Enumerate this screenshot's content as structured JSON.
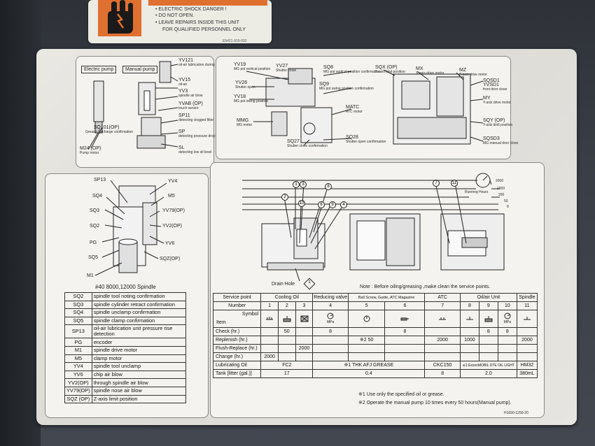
{
  "warning_label": {
    "lines": [
      "• ELECTRIC SHOCK DANGER !",
      "• DO NOT OPEN.",
      "• LEAVE REPAIRS INSIDE THIS UNIT",
      "FOR QUALIFIED PERSONNEL ONLY"
    ],
    "code": "E5421-919-002"
  },
  "top_left": {
    "electric_pump": "Electric pump",
    "manual_pump": "Manual pump",
    "labels": [
      {
        "code": "SQ101(OP)",
        "desc": "Grease discharge confirmation"
      },
      {
        "code": "M24 (OP)",
        "desc": "Pump motor"
      },
      {
        "code": "YV121",
        "desc": "oil-air lubrication during spindle stop"
      },
      {
        "code": "YV15",
        "desc": "oil-air"
      },
      {
        "code": "YV3",
        "desc": "spindle air blow"
      },
      {
        "code": "YVAB (OP)",
        "desc": "touch sensor"
      },
      {
        "code": "SP11",
        "desc": "detecting clogged filter"
      },
      {
        "code": "SP",
        "desc": "detecting pressure drop"
      },
      {
        "code": "SL",
        "desc": "detecting low oil level"
      }
    ]
  },
  "top_right": {
    "labels": [
      {
        "code": "YV19",
        "desc": "MG pot vertical position"
      },
      {
        "code": "YV27",
        "desc": "Shutter close"
      },
      {
        "code": "SQ8",
        "desc": "MG pot vertical position confirmation"
      },
      {
        "code": "YV26",
        "desc": "Shutter open"
      },
      {
        "code": "SQ9",
        "desc": "MG pot swing position confirmation"
      },
      {
        "code": "YV18",
        "desc": "MG pot swing position"
      },
      {
        "code": "MATC",
        "desc": "ATC motor"
      },
      {
        "code": "MMG",
        "desc": "MG motor"
      },
      {
        "code": "SQ27",
        "desc": "Shutter close confirmation"
      },
      {
        "code": "SQ28",
        "desc": "Shutter open confirmation"
      },
      {
        "code": "SQX (OP)",
        "desc": "X-axis limit position"
      },
      {
        "code": "MX",
        "desc": "X-axis drive motor"
      },
      {
        "code": "MZ",
        "desc": "Z-axis drive motor"
      },
      {
        "code": "SQSD1",
        "desc": ""
      },
      {
        "code": "YVSD1",
        "desc": "front door close"
      },
      {
        "code": "MY",
        "desc": "Y-axis drive motor"
      },
      {
        "code": "SQY (OP)",
        "desc": "Y-axis limit position"
      },
      {
        "code": "SQSD3",
        "desc": "MG manual door close"
      }
    ]
  },
  "spindle_panel": {
    "labels_left": [
      "SP13",
      "SQ4",
      "SQ3",
      "SQ2",
      "PG",
      "SQ5",
      "M1"
    ],
    "labels_right": [
      "YV4",
      "M5",
      "YV79(OP)",
      "YV2(OP)",
      "YV6",
      "SQZ(OP)"
    ],
    "caption": "#40 8000,12000 Spindle",
    "legend": [
      {
        "code": "SQ2",
        "desc": "spindle tool noting confirmation"
      },
      {
        "code": "SQ3",
        "desc": "spindle cylinder retract confirmation"
      },
      {
        "code": "SQ4",
        "desc": "spindle unclamp confirmation"
      },
      {
        "code": "SQ5",
        "desc": "spindle clamp confirmation"
      },
      {
        "code": "SP13",
        "desc": "oil-air lubrication unit pressure rise detection"
      },
      {
        "code": "PG",
        "desc": "encoder"
      },
      {
        "code": "M1",
        "desc": "spindle drive motor"
      },
      {
        "code": "M5",
        "desc": "clamp motor"
      },
      {
        "code": "YV4",
        "desc": "spindle tool unclamp"
      },
      {
        "code": "YV6",
        "desc": "chip air blow"
      },
      {
        "code": "YV2(OP)",
        "desc": "through spindle air blow"
      },
      {
        "code": "YV79(OP)",
        "desc": "spindle nose air blow"
      },
      {
        "code": "SQZ (OP)",
        "desc": "Z-axis limit position"
      }
    ]
  },
  "service": {
    "hours": [
      "2000",
      "1000",
      "200",
      "50",
      "8"
    ],
    "running_hours": "Running Hours",
    "drain_hole": "Drain Hole",
    "drain_num": "1",
    "note": "Note : Before oiling/greasing ,make clean the service points.",
    "circle_nums": [
      "1",
      "3",
      "8",
      "2",
      "10",
      "6",
      "9",
      "4",
      "7",
      "11"
    ],
    "table": {
      "h_service_point": "Service point",
      "h_cooling_oil": "Cooling Oil",
      "h_reducing_valve": "Reducing valve",
      "h_ball_screw": "Ball Screw, Guide, ATC Magazine",
      "h_atc": "ATC",
      "h_oilair": "Oil/air Unit",
      "h_spindle": "Spindle",
      "h_number": "Number",
      "numbers": [
        "1",
        "2",
        "3",
        "4",
        "5",
        "6",
        "7",
        "8",
        "9",
        "10",
        "11"
      ],
      "h_symbol": "Symbol",
      "h_item": "Item",
      "mpa": "MPa",
      "row_check": {
        "label": "Check (hr.)",
        "v": [
          "",
          "50",
          "",
          "8",
          "",
          "8",
          "",
          "",
          "8",
          "8",
          ""
        ]
      },
      "row_replenish": {
        "label": "Replenish (hr.)",
        "v": [
          "",
          "",
          "",
          "",
          "※2  50",
          "",
          "2000",
          "1000",
          "",
          "",
          "2000"
        ]
      },
      "row_flush": {
        "label": "Flush-Replace (hr.)",
        "v": [
          "",
          "",
          "2000",
          "",
          "",
          "",
          "",
          "",
          "",
          "",
          ""
        ]
      },
      "row_change": {
        "label": "Change (hr.)",
        "v": [
          "2000",
          "",
          "",
          "",
          "",
          "",
          "",
          "",
          "",
          "",
          ""
        ]
      },
      "row_lub": {
        "label": "Lubricating Oil",
        "coolant": "FC2",
        "grease": "※1   THK AFJ GREASE",
        "atc": "CKC150",
        "oilair": "※1 ExxonMOBIL DTE OIL LIGHT",
        "spindle": "HM32"
      },
      "row_tank": {
        "label": "Tank [litter (gal.)]",
        "coolant": "17",
        "grease": "0.4",
        "atc": "8",
        "oilair": "2.0",
        "spindle": "380mL"
      }
    },
    "footnotes": [
      "※1 Use only the specified oil or grease.",
      "※2 Operate the manual pump 10 times every 50 hours(Manual pump)."
    ],
    "part_no": "H1690-1250-20"
  }
}
